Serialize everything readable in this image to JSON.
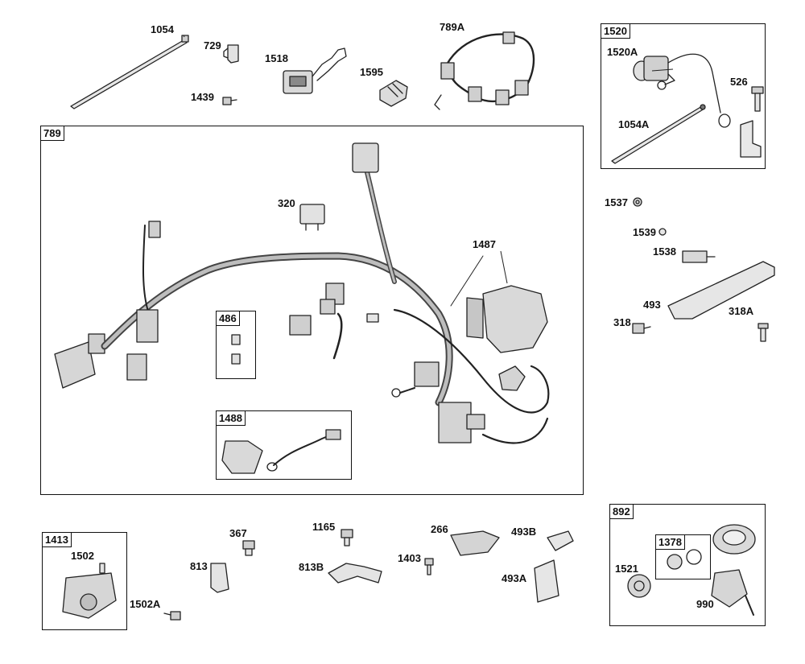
{
  "callouts": {
    "c1054": "1054",
    "c729": "729",
    "c1518": "1518",
    "c1595": "1595",
    "c789A": "789A",
    "c1439": "1439",
    "c1520A": "1520A",
    "c526": "526",
    "c1054A": "1054A",
    "c320": "320",
    "c1487": "1487",
    "c1537": "1537",
    "c1539": "1539",
    "c1538": "1538",
    "c493": "493",
    "c318": "318",
    "c318A": "318A",
    "c1502": "1502",
    "c1502A": "1502A",
    "c367": "367",
    "c813": "813",
    "c1165": "1165",
    "c813B": "813B",
    "c1403": "1403",
    "c266": "266",
    "c493B": "493B",
    "c493A": "493A",
    "c1521": "1521",
    "c990": "990"
  },
  "boxes": {
    "b1520": "1520",
    "b789": "789",
    "b486": "486",
    "b1488": "1488",
    "b1413": "1413",
    "b892": "892",
    "b1378": "1378"
  },
  "colors": {
    "line": "#222222",
    "part_fill": "#d9d9d9",
    "part_dark": "#8a8a8a",
    "background": "#ffffff"
  }
}
